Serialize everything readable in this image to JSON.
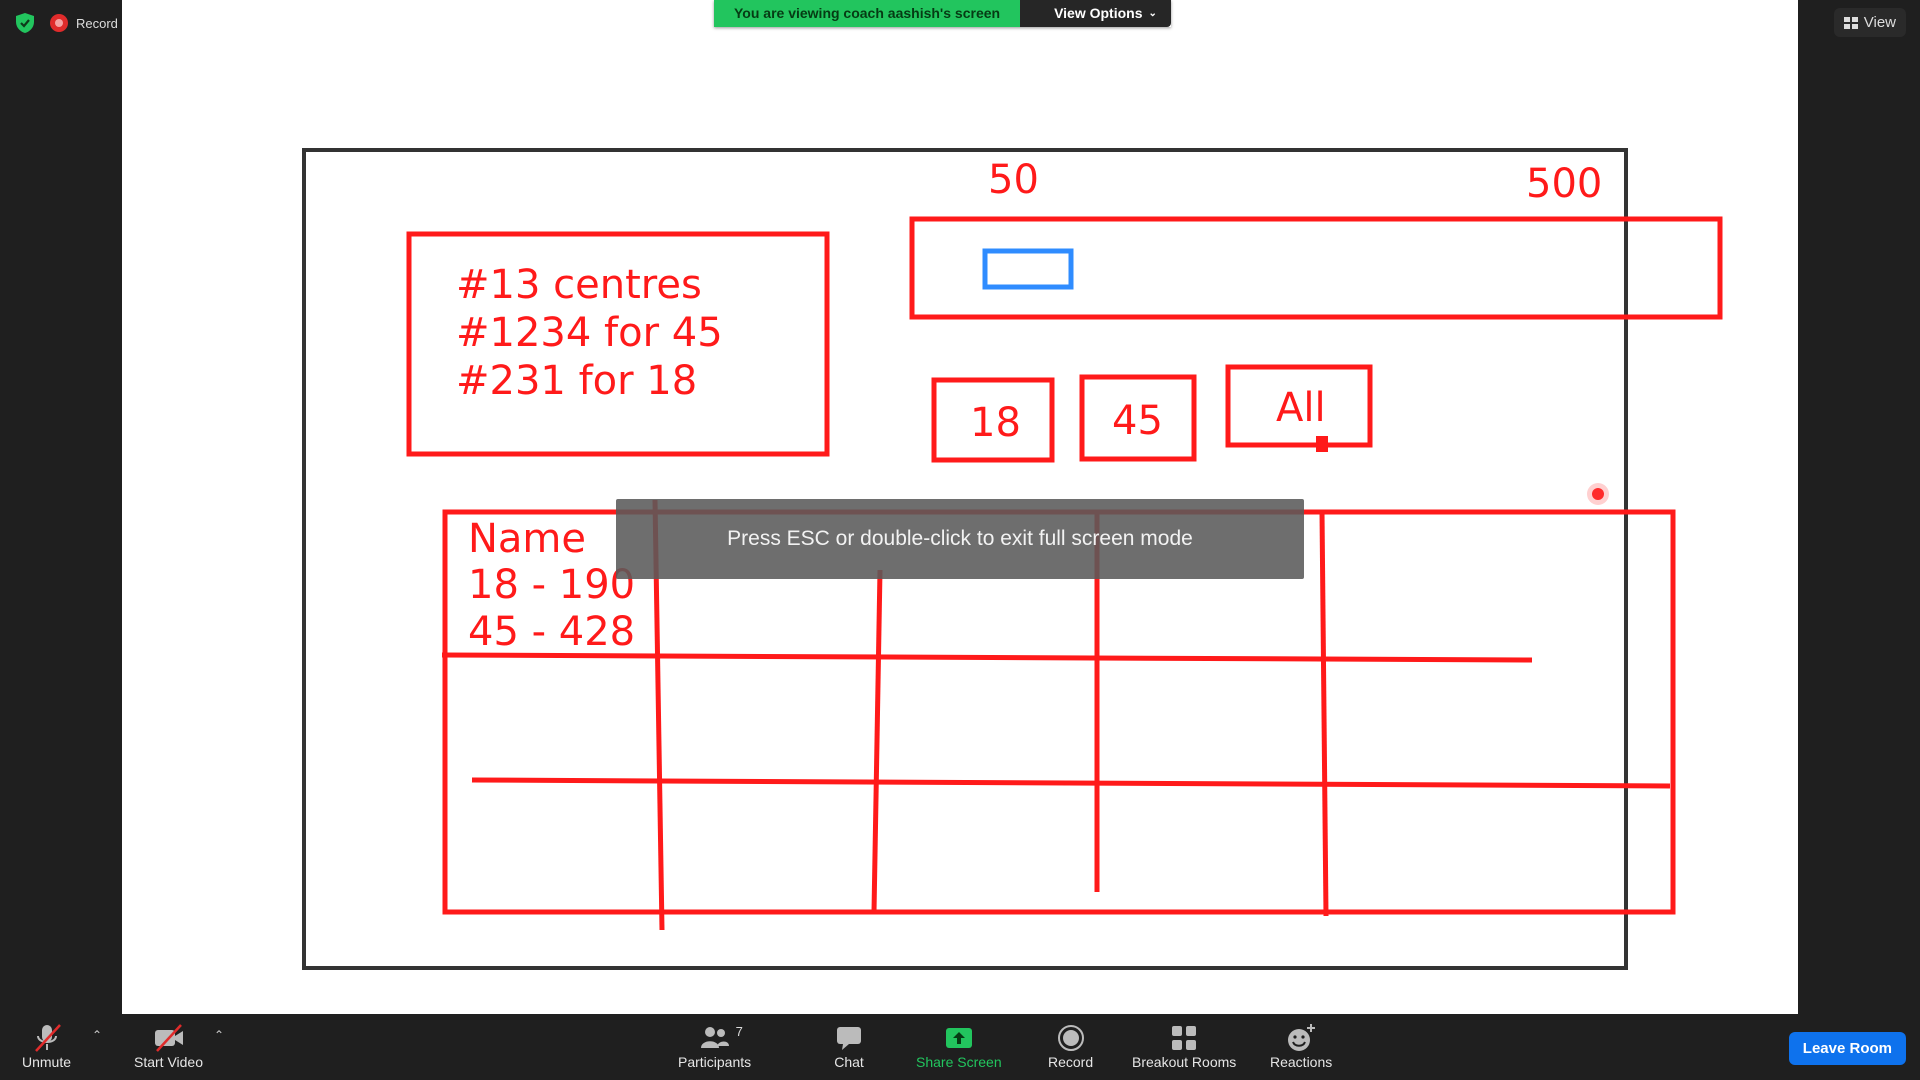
{
  "top_left": {
    "recording_label": "Record"
  },
  "banner": {
    "message": "You are viewing coach aashish's screen",
    "view_options": "View Options"
  },
  "view_button": {
    "label": "View"
  },
  "whiteboard": {
    "info_lines": [
      "#13 centres",
      "#1234 for 45",
      "#231 for 18"
    ],
    "slider_min": "50",
    "slider_max": "500",
    "filter_buttons": [
      "18",
      "45",
      "All"
    ],
    "table_header_lines": [
      "Name",
      "18 - 190",
      "45 - 428"
    ]
  },
  "toast": {
    "text": "Press ESC or double-click to exit full screen mode"
  },
  "toolbar": {
    "unmute": "Unmute",
    "start_video": "Start Video",
    "participants": "Participants",
    "participants_count": "7",
    "chat": "Chat",
    "share_screen": "Share Screen",
    "record": "Record",
    "breakout_rooms": "Breakout Rooms",
    "reactions": "Reactions",
    "leave_room": "Leave Room"
  },
  "colors": {
    "sketch_red": "#ff1a1a",
    "slider_thumb_blue": "#2f8cff",
    "share_green": "#22c55e",
    "leave_blue": "#0e72ed"
  }
}
